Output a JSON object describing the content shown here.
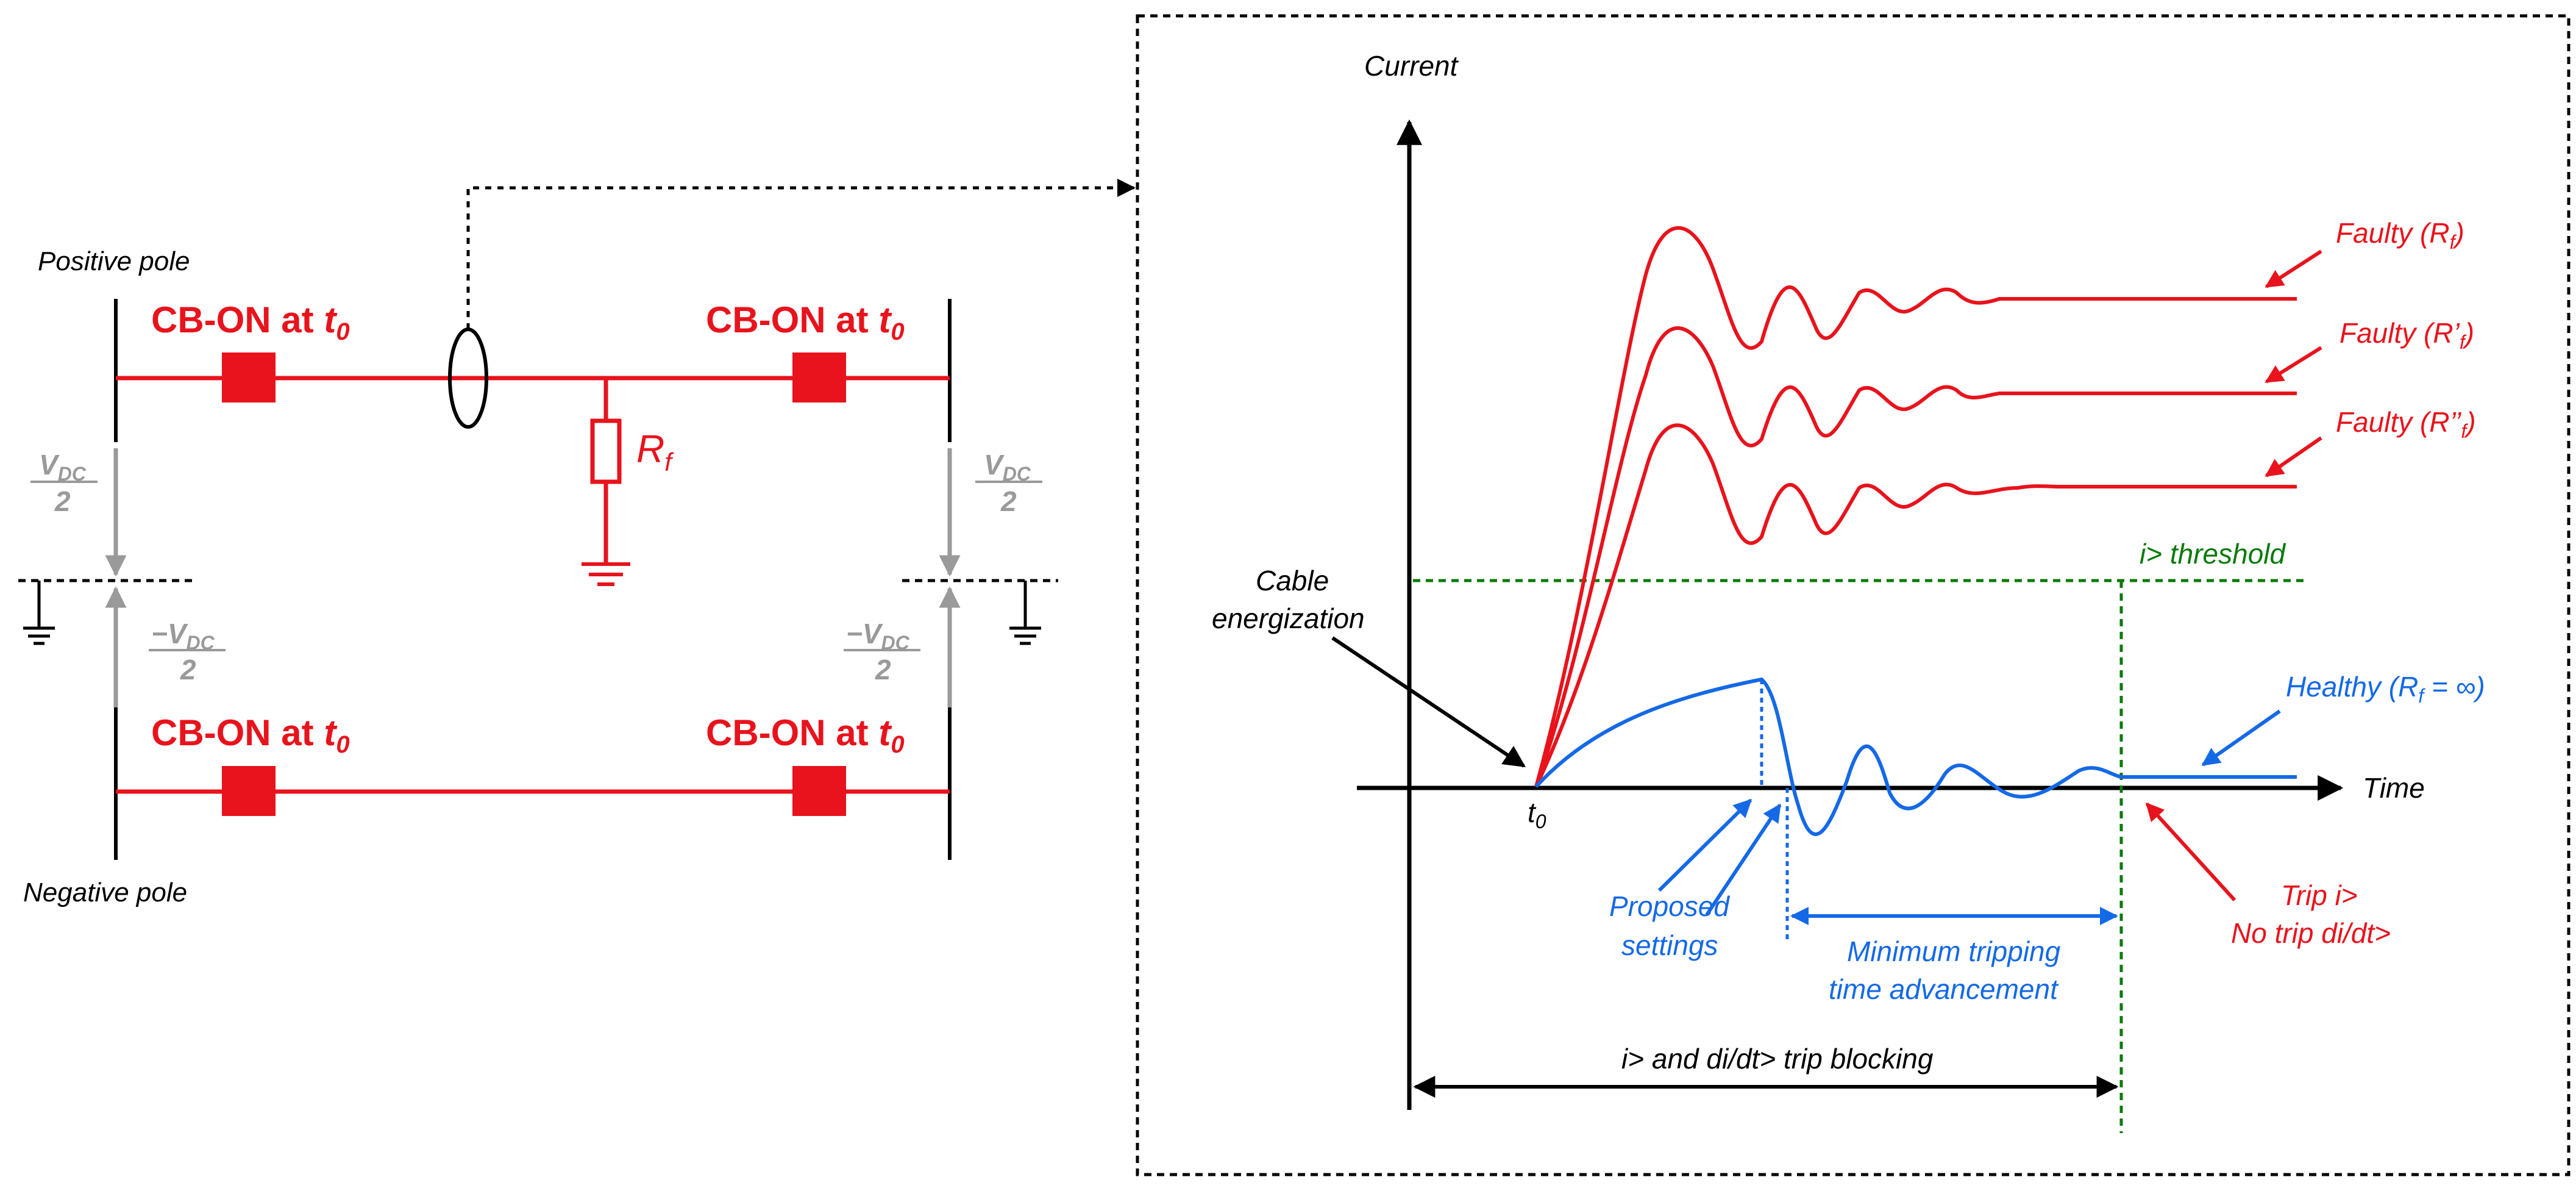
{
  "circuit": {
    "positive_pole": "Positive pole",
    "negative_pole": "Negative pole",
    "cb_label_prefix": "CB-ON at ",
    "cb_label_sub": "t",
    "cb_label_subscript": "0",
    "resistor_label": "R",
    "resistor_sub": "f",
    "vdc_num": "V",
    "vdc_sub": "DC",
    "vdc_den": "2",
    "neg_vdc_num": "−V",
    "neg_vdc_sub": "DC",
    "neg_vdc_den": "2"
  },
  "plot": {
    "y_axis_label": "Current",
    "x_axis_label": "Time",
    "t0": "t",
    "t0_sub": "0",
    "threshold_label": "i> threshold",
    "cable_energization": [
      "Cable",
      "energization"
    ],
    "proposed_settings": [
      "Proposed",
      "settings"
    ],
    "min_tripping": [
      "Minimum tripping",
      "time advancement"
    ],
    "trip": [
      "Trip i>",
      "No trip di/dt>"
    ],
    "blocking": "i> and di/dt> trip blocking",
    "faulty_1": {
      "prefix": "Faulty (R",
      "sub": "f",
      "suffix": ")"
    },
    "faulty_2": {
      "prefix": "Faulty (R’",
      "sub": "f",
      "suffix": ")"
    },
    "faulty_3": {
      "prefix": "Faulty (R’’",
      "sub": "f",
      "suffix": ")"
    },
    "healthy": {
      "prefix": "Healthy (R",
      "sub": "f",
      "suffix": " = ∞)"
    }
  },
  "colors": {
    "red": "#e8131c",
    "blue": "#1469e6",
    "green": "#0a7a0a",
    "grey": "#9a9a9a",
    "black": "#000000"
  }
}
